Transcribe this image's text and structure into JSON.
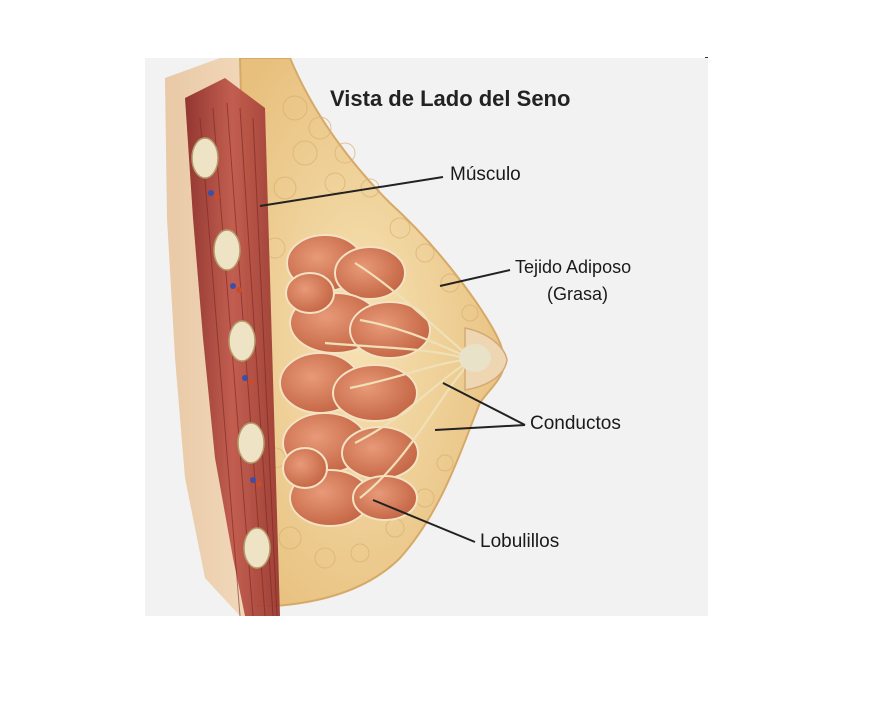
{
  "figure": {
    "title": "Vista de Lado del Seno",
    "labels": {
      "muscle": "Músculo",
      "adipose_line1": "Tejido Adiposo",
      "adipose_line2": "(Grasa)",
      "ducts": "Conductos",
      "lobules": "Lobulillos"
    }
  },
  "colors": {
    "background": "#f2f2f2",
    "fat_tissue": "#f3d9a4",
    "muscle": "#b54a40",
    "lobules": "#d87b5c",
    "ribs": "#efe3c6",
    "leader_lines": "#222222"
  }
}
